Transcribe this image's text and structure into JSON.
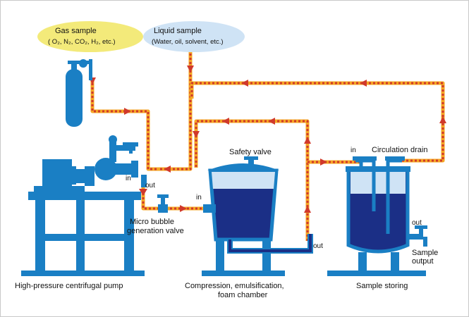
{
  "colors": {
    "equipment_blue": "#1a7fc4",
    "liquid_navy": "#1b2f86",
    "flow_orange": "#f5a623",
    "flow_red": "#d0392b",
    "gas_bubble": "#f3ea7a",
    "liquid_bubble": "#cfe3f5",
    "frame_border": "#c9c9c9"
  },
  "bubbles": {
    "gas": {
      "title": "Gas sample",
      "formula": "( O₂, N₂, CO₂, H₂, etc.)"
    },
    "liquid": {
      "title": "Liquid sample",
      "detail": "(Water, oil, solvent, etc.)"
    }
  },
  "labels": {
    "pump_caption": "High-pressure centrifugal pump",
    "valve_caption_line1": "Micro bubble",
    "valve_caption_line2": "generation valve",
    "chamber_caption_line1": "Compression, emulsification,",
    "chamber_caption_line2": "foam chamber",
    "storage_caption": "Sample storing",
    "safety_valve": "Safety valve",
    "circulation_drain": "Circulation drain",
    "sample_output_line1": "Sample",
    "sample_output_line2": "output"
  },
  "port_tags": {
    "pump_in": "in",
    "pump_out": "out",
    "chamber_in": "in",
    "chamber_out": "out",
    "storage_in": "in",
    "storage_out": "out"
  },
  "icons": [
    "gas-cylinder-icon",
    "centrifugal-pump-icon",
    "valve-icon",
    "chamber-tank-icon",
    "storage-tank-icon",
    "faucet-icon"
  ]
}
